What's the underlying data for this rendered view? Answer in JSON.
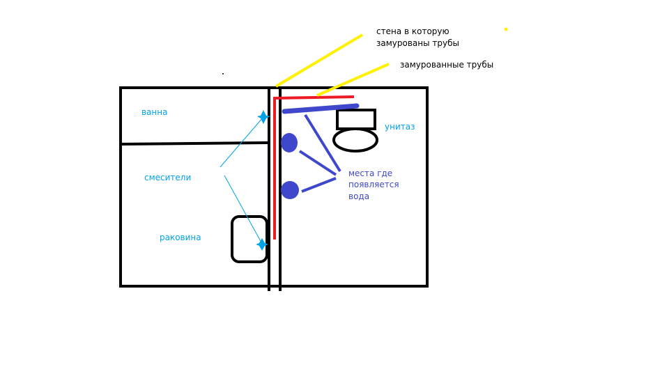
{
  "labels": {
    "bath": "ванна",
    "mixers": "смесители",
    "sink": "раковина",
    "toilet": "унитаз",
    "water_spots_line1": "места где",
    "water_spots_line2": "появляется",
    "water_spots_line3": "вода",
    "wall_line1": "стена в которую",
    "wall_line2": "замурованы трубы",
    "pipes": "замурованные трубы"
  },
  "colors": {
    "walls": "#000000",
    "pipe": "#ed1c24",
    "callout": "#fff200",
    "water": "#3f48cc",
    "label_blue": "#00a2e8",
    "label_black": "#000000"
  }
}
